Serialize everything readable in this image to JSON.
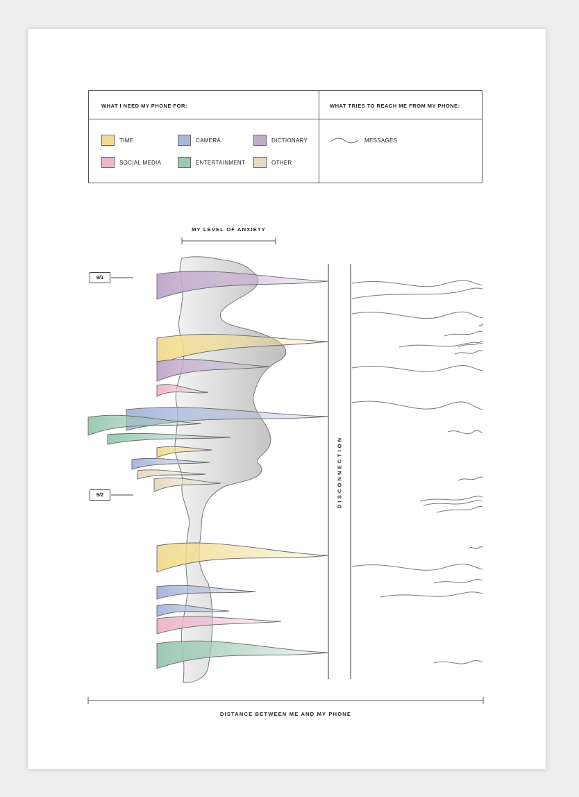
{
  "legend": {
    "needs_title": "WHAT I NEED MY PHONE FOR:",
    "reach_title": "WHAT TRIES TO REACH ME FROM MY PHONE:",
    "categories": [
      {
        "label": "TIME",
        "color": "#f2dc93"
      },
      {
        "label": "CAMERA",
        "color": "#a9b7db"
      },
      {
        "label": "DICTIONARY",
        "color": "#c2aacd"
      },
      {
        "label": "SOCIAL MEDIA",
        "color": "#eeb6cc"
      },
      {
        "label": "ENTERTAINMENT",
        "color": "#9cc9b4"
      },
      {
        "label": "OTHER",
        "color": "#e8d9c3"
      }
    ],
    "messages_label": "MESSAGES"
  },
  "diagram": {
    "anxiety_label": "MY LEVEL OF ANXIETY",
    "disconnection_label": "DISCONNECTION",
    "distance_label": "DISTANCE BETWEEN ME AND MY PHONE",
    "dates": [
      "9/1",
      "9/2"
    ],
    "ribbons": [
      {
        "category": "DICTIONARY"
      },
      {
        "category": "TIME"
      },
      {
        "category": "DICTIONARY"
      },
      {
        "category": "SOCIAL MEDIA"
      },
      {
        "category": "CAMERA"
      },
      {
        "category": "ENTERTAINMENT"
      },
      {
        "category": "ENTERTAINMENT"
      },
      {
        "category": "TIME"
      },
      {
        "category": "CAMERA"
      },
      {
        "category": "OTHER"
      },
      {
        "category": "OTHER"
      },
      {
        "category": "TIME"
      },
      {
        "category": "CAMERA"
      },
      {
        "category": "CAMERA"
      },
      {
        "category": "SOCIAL MEDIA"
      },
      {
        "category": "ENTERTAINMENT"
      }
    ],
    "message_count": 22
  }
}
